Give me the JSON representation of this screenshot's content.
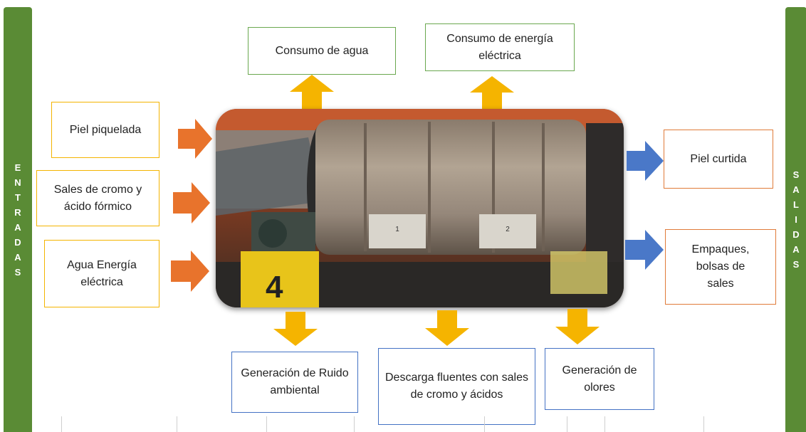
{
  "sidebars": {
    "left": [
      "E",
      "N",
      "T",
      "R",
      "A",
      "D",
      "A",
      "S"
    ],
    "right": [
      "S",
      "A",
      "L",
      "I",
      "D",
      "A",
      "S"
    ]
  },
  "inputs": [
    {
      "label": "Piel piquelada"
    },
    {
      "label": "Sales de cromo y ácido fórmico"
    },
    {
      "label": "Agua Energía eléctrica"
    }
  ],
  "top_outputs": [
    {
      "label": "Consumo de agua"
    },
    {
      "label": "Consumo de energía eléctrica"
    }
  ],
  "right_outputs": [
    {
      "label": "Piel curtida"
    },
    {
      "label": "Empaques, bolsas de sales"
    }
  ],
  "bottom_outputs": [
    {
      "label": "Generación de Ruido ambiental"
    },
    {
      "label": "Descarga fluentes con sales de cromo y ácidos"
    },
    {
      "label": "Generación de olores"
    }
  ],
  "machine": {
    "drum_labels": [
      "1",
      "2"
    ],
    "base_number": "4"
  },
  "colors": {
    "sidebar": "#5a8b35",
    "input_border": "#f4b400",
    "input_arrow": "#e8732c",
    "top_border": "#6aa84f",
    "right_border": "#e07b39",
    "right_arrow": "#4a78c8",
    "bottom_border": "#4472c4",
    "vertical_arrow": "#f5b400"
  }
}
